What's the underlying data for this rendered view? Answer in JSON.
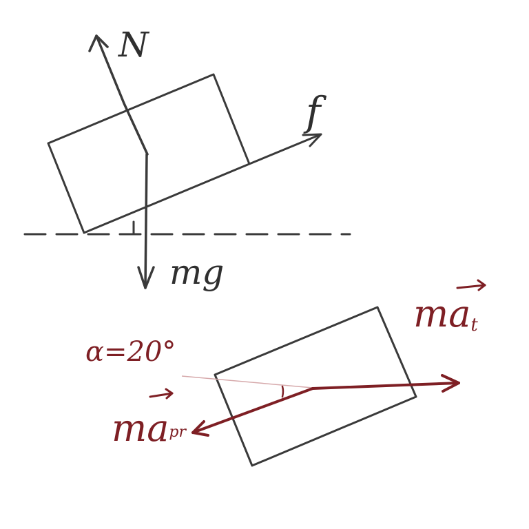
{
  "colors": {
    "ink": "#3a3a3a",
    "accent": "#7e1f24"
  },
  "top_diagram": {
    "normal_label": "N",
    "friction_label": "f",
    "gravity_label": "mg"
  },
  "bottom_diagram": {
    "tangential_label": "ma",
    "tangential_subscript": "t",
    "centripetal_label": "ma",
    "centripetal_subscript": "pr",
    "angle_label": "α=20°"
  }
}
